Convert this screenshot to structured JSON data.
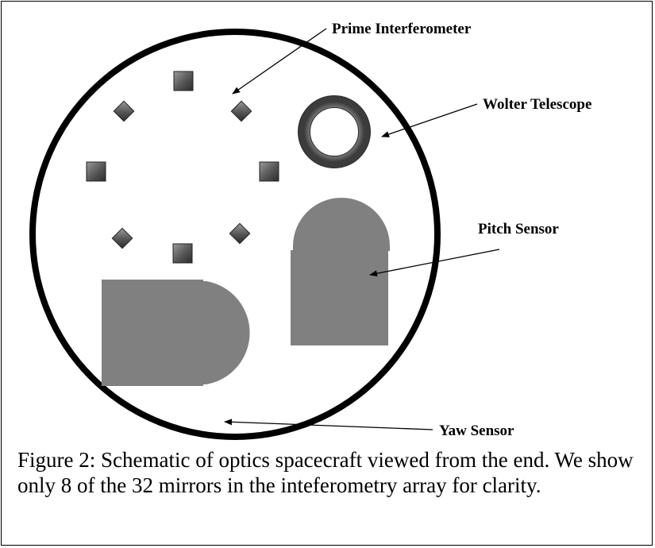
{
  "labels": {
    "prime_interferometer": "Prime Interferometer",
    "wolter_telescope": "Wolter Telescope",
    "pitch_sensor": "Pitch Sensor",
    "yaw_sensor": "Yaw Sensor"
  },
  "caption": "Figure 2: Schematic of optics spacecraft viewed from the end. We show only 8 of the 32 mirrors in the inteferometry array for clarity.",
  "colors": {
    "sensor_fill": "#808080",
    "telescope_ring": "#5a5a5a",
    "outline": "#000000"
  }
}
